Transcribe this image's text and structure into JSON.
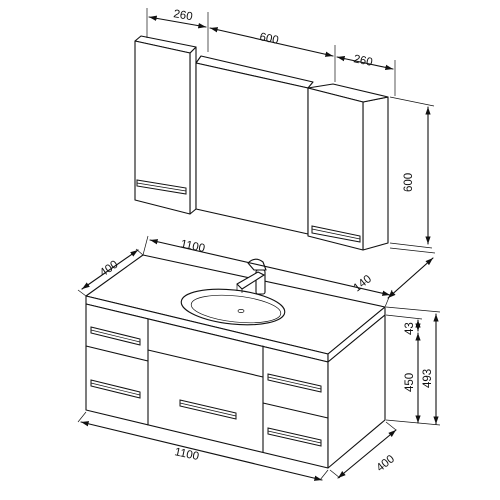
{
  "dimensions": {
    "mirror_left_width": "260",
    "mirror_center_width": "600",
    "mirror_right_width": "260",
    "mirror_height": "600",
    "top_width": "1100",
    "top_depth": "400",
    "wall_gap": "140",
    "top_thickness": "43",
    "cabinet_height": "450",
    "total_height": "493",
    "cabinet_width": "1100",
    "cabinet_depth": "400"
  }
}
